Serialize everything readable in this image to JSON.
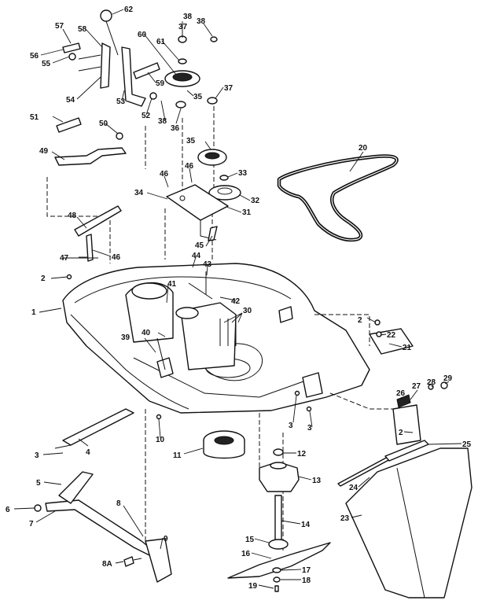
{
  "callouts": [
    "1",
    "2",
    "3",
    "4",
    "5",
    "6",
    "7",
    "8",
    "8A",
    "9",
    "10",
    "11",
    "12",
    "13",
    "14",
    "15",
    "16",
    "17",
    "18",
    "19",
    "20",
    "21",
    "22",
    "23",
    "24",
    "25",
    "26",
    "27",
    "28",
    "29",
    "30",
    "31",
    "32",
    "33",
    "34",
    "35",
    "36",
    "37",
    "38",
    "39",
    "40",
    "41",
    "42",
    "43",
    "44",
    "45",
    "46",
    "47",
    "48",
    "49",
    "50",
    "51",
    "52",
    "53",
    "54",
    "55",
    "56",
    "57",
    "58",
    "59",
    "60",
    "61",
    "62"
  ]
}
